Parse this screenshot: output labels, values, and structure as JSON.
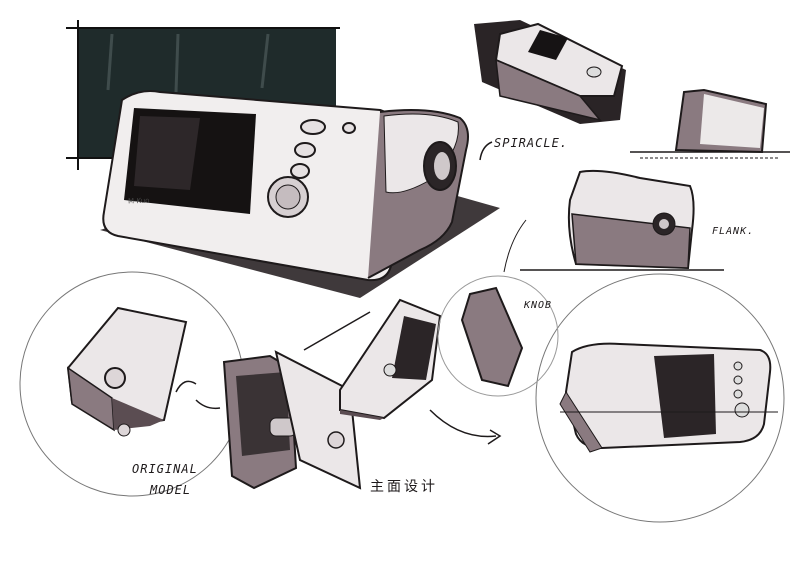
{
  "annotations": {
    "spiracle": "SPIRACLE.",
    "flank": "FLANK.",
    "knob": "KNOB",
    "original_line1": "ORIGINAL",
    "original_line2": "MODEL",
    "chinese_note": "主面设计"
  },
  "brand_mark": "M-Kuo",
  "colors": {
    "paper": "#ffffff",
    "ink": "#1e1a1b",
    "marker_dark": "#1f2b2b",
    "marker_mauve": "#7d6a70",
    "marker_light": "#b7a8ad"
  }
}
